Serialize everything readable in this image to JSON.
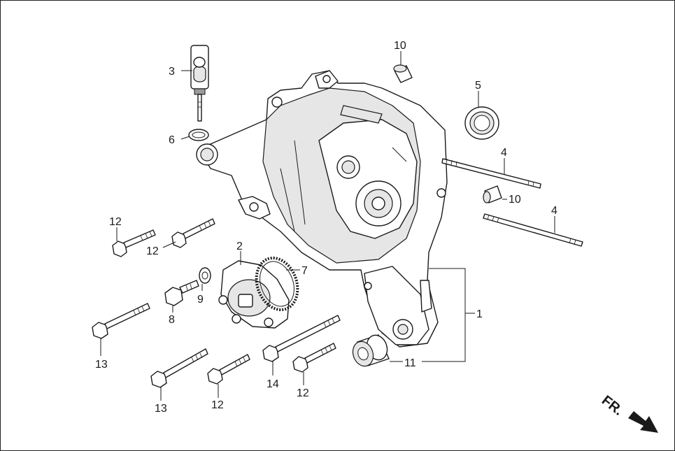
{
  "diagram": {
    "labels": {
      "l1": "1",
      "l2": "2",
      "l3": "3",
      "l4a": "4",
      "l4b": "4",
      "l5": "5",
      "l6": "6",
      "l7": "7",
      "l8": "8",
      "l9": "9",
      "l10a": "10",
      "l10b": "10",
      "l11": "11",
      "l12a": "12",
      "l12b": "12",
      "l12c": "12",
      "l12d": "12",
      "l13a": "13",
      "l13b": "13",
      "l14": "14"
    },
    "direction_label": "FR."
  }
}
